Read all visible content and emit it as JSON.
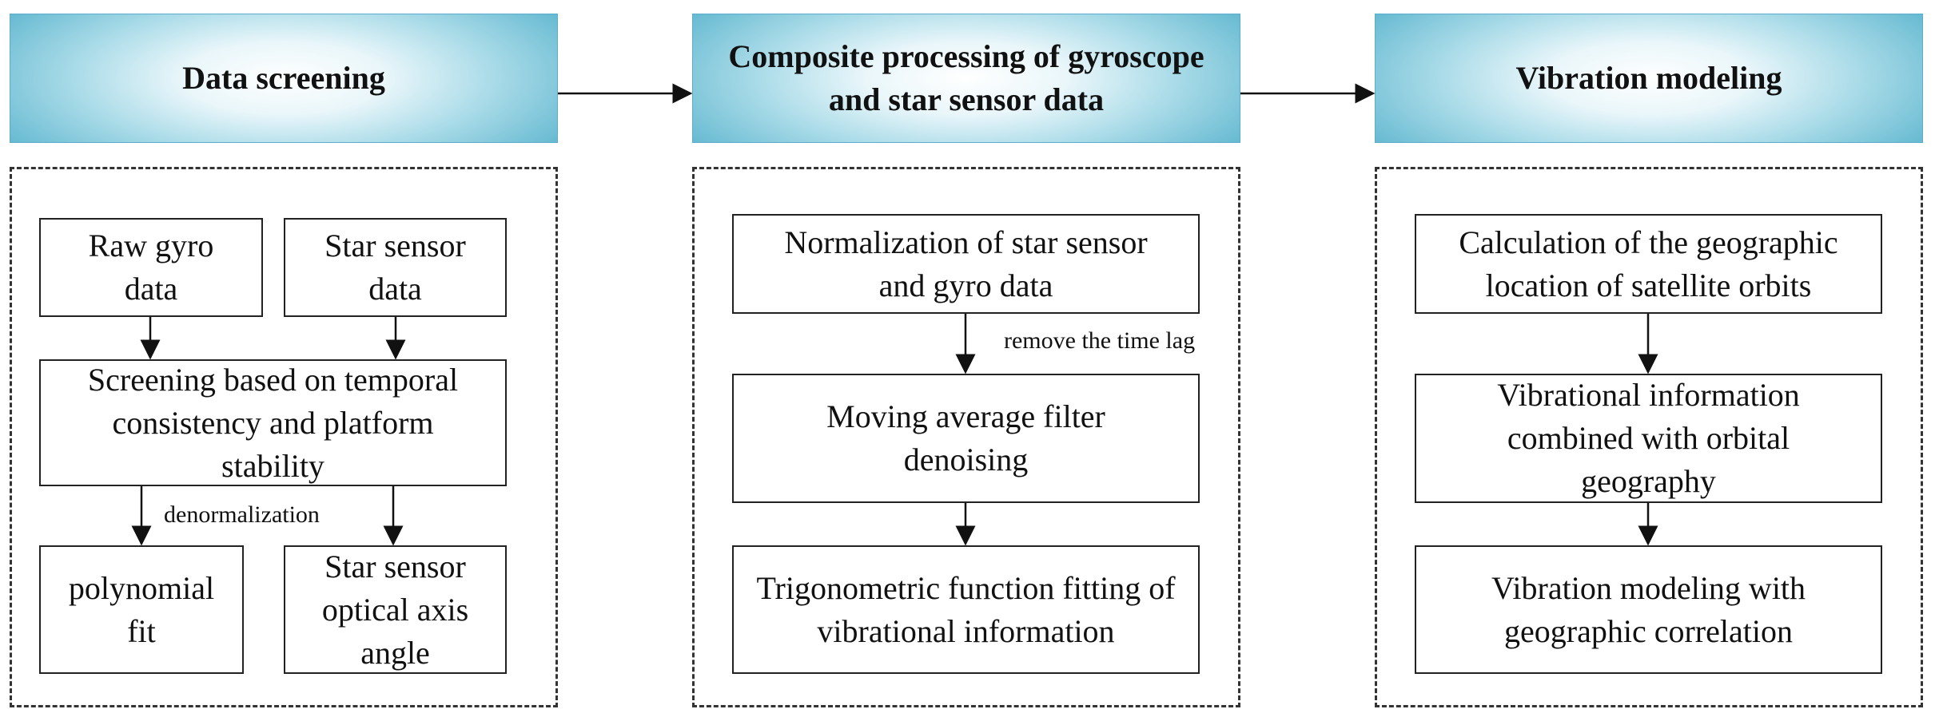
{
  "headers": {
    "screening": "Data screening",
    "composite": "Composite processing of gyroscope and star sensor data",
    "vibration": "Vibration modeling"
  },
  "screening": {
    "raw_gyro": "Raw gyro data",
    "star_sensor": "Star sensor data",
    "screening_step": "Screening based on temporal consistency and platform stability",
    "denormalization": "denormalization",
    "polynomial_fit": "polynomial fit",
    "optical_axis": "Star sensor optical axis angle"
  },
  "composite": {
    "normalization": "Normalization of star sensor and gyro data",
    "remove_lag": "remove the time lag",
    "moving_average": "Moving average filter denoising",
    "trig_fitting": "Trigonometric function fitting of vibrational information"
  },
  "vibration": {
    "geo_location": "Calculation of the geographic location of satellite orbits",
    "combined": "Vibrational information combined with orbital geography",
    "geo_correlation": "Vibration modeling with geographic correlation"
  }
}
